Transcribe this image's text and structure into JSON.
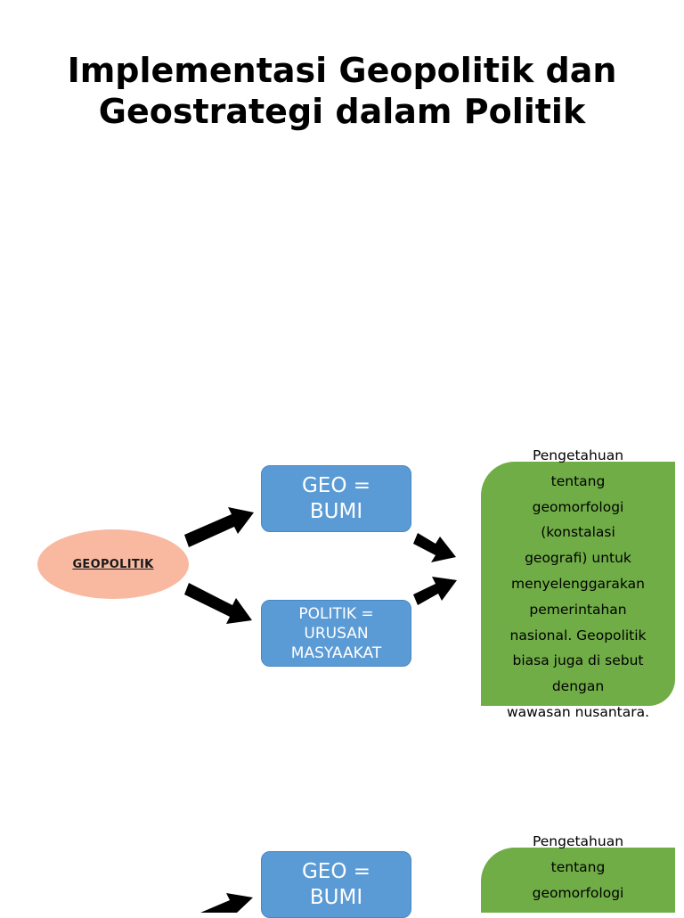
{
  "title": {
    "line1": "Implementasi Geopolitik dan",
    "line2": "Geostrategi dalam Politik"
  },
  "colors": {
    "oval": "#f8b9a0",
    "box": "#5b9bd5",
    "box_border": "#4a86c0",
    "green": "#70ad47",
    "arrow": "#000000"
  },
  "diagram1": {
    "root": "GEOPOLITIK",
    "geo_box": {
      "line1": "GEO =",
      "line2": "BUMI"
    },
    "politik_box": {
      "line1": "POLITIK =",
      "line2": "URUSAN",
      "line3": "MASYAAKAT"
    },
    "description_lines": [
      "Pengetahuan",
      "tentang",
      "geomorfologi",
      "(konstalasi",
      "geografi) untuk",
      "menyelenggarakan",
      "pemerintahan",
      "nasional. Geopolitik",
      "biasa juga di sebut",
      "dengan",
      "wawasan nusantara."
    ]
  },
  "diagram2": {
    "geo_box": {
      "line1": "GEO =",
      "line2": "BUMI"
    },
    "description_lines": [
      "Pengetahuan",
      "tentang",
      "geomorfologi"
    ]
  }
}
